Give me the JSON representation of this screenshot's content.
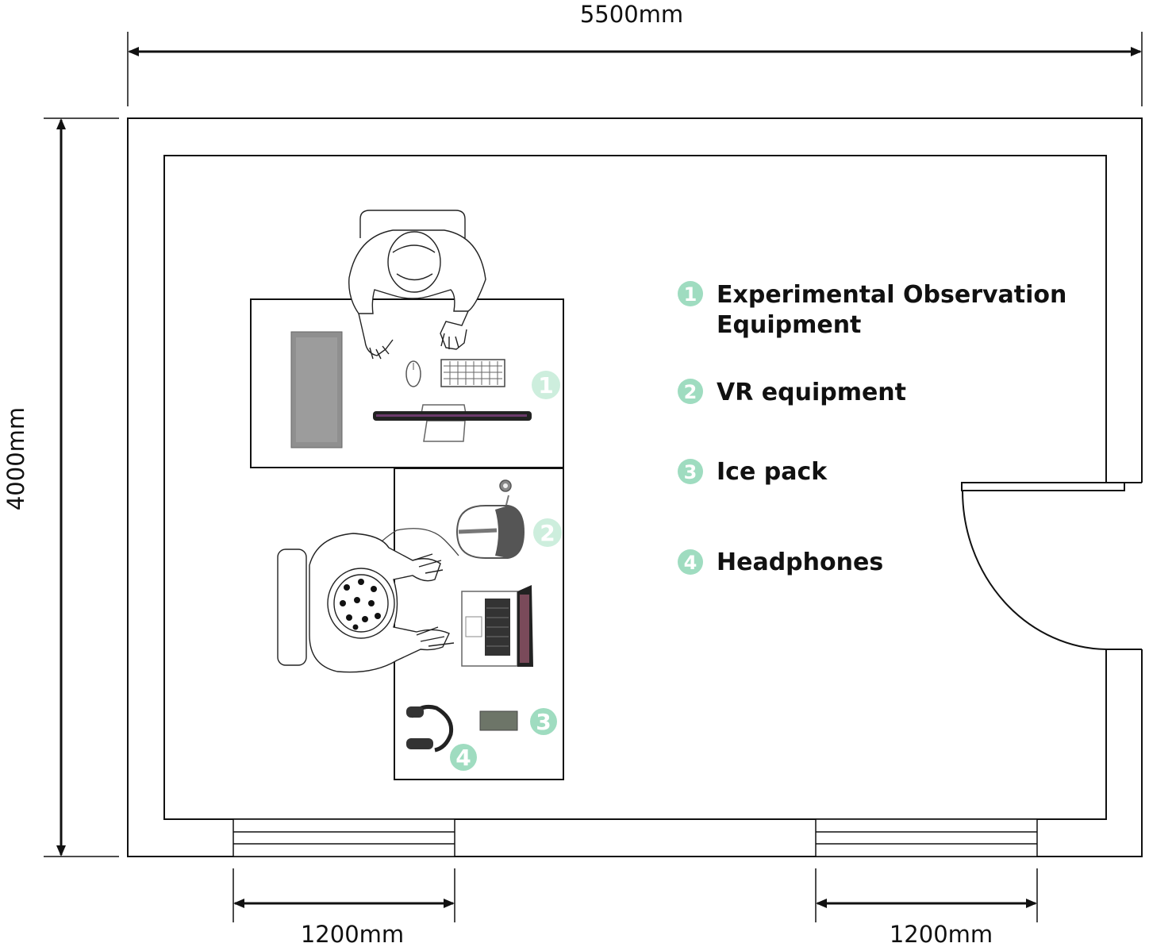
{
  "dimensions": {
    "width_label": "5500mm",
    "height_label": "4000mm",
    "window_left_label": "1200mm",
    "window_right_label": "1200mm"
  },
  "legend": {
    "items": [
      {
        "num": "1",
        "line1": "Experimental Observation",
        "line2": "Equipment"
      },
      {
        "num": "2",
        "line1": "VR equipment",
        "line2": ""
      },
      {
        "num": "3",
        "line1": "Ice pack",
        "line2": ""
      },
      {
        "num": "4",
        "line1": "Headphones",
        "line2": ""
      }
    ]
  },
  "markers": [
    "1",
    "2",
    "3",
    "4"
  ],
  "colors": {
    "badge": "#9fdcc0",
    "line": "#111111",
    "monitor_accent": "#6b3a6b"
  }
}
